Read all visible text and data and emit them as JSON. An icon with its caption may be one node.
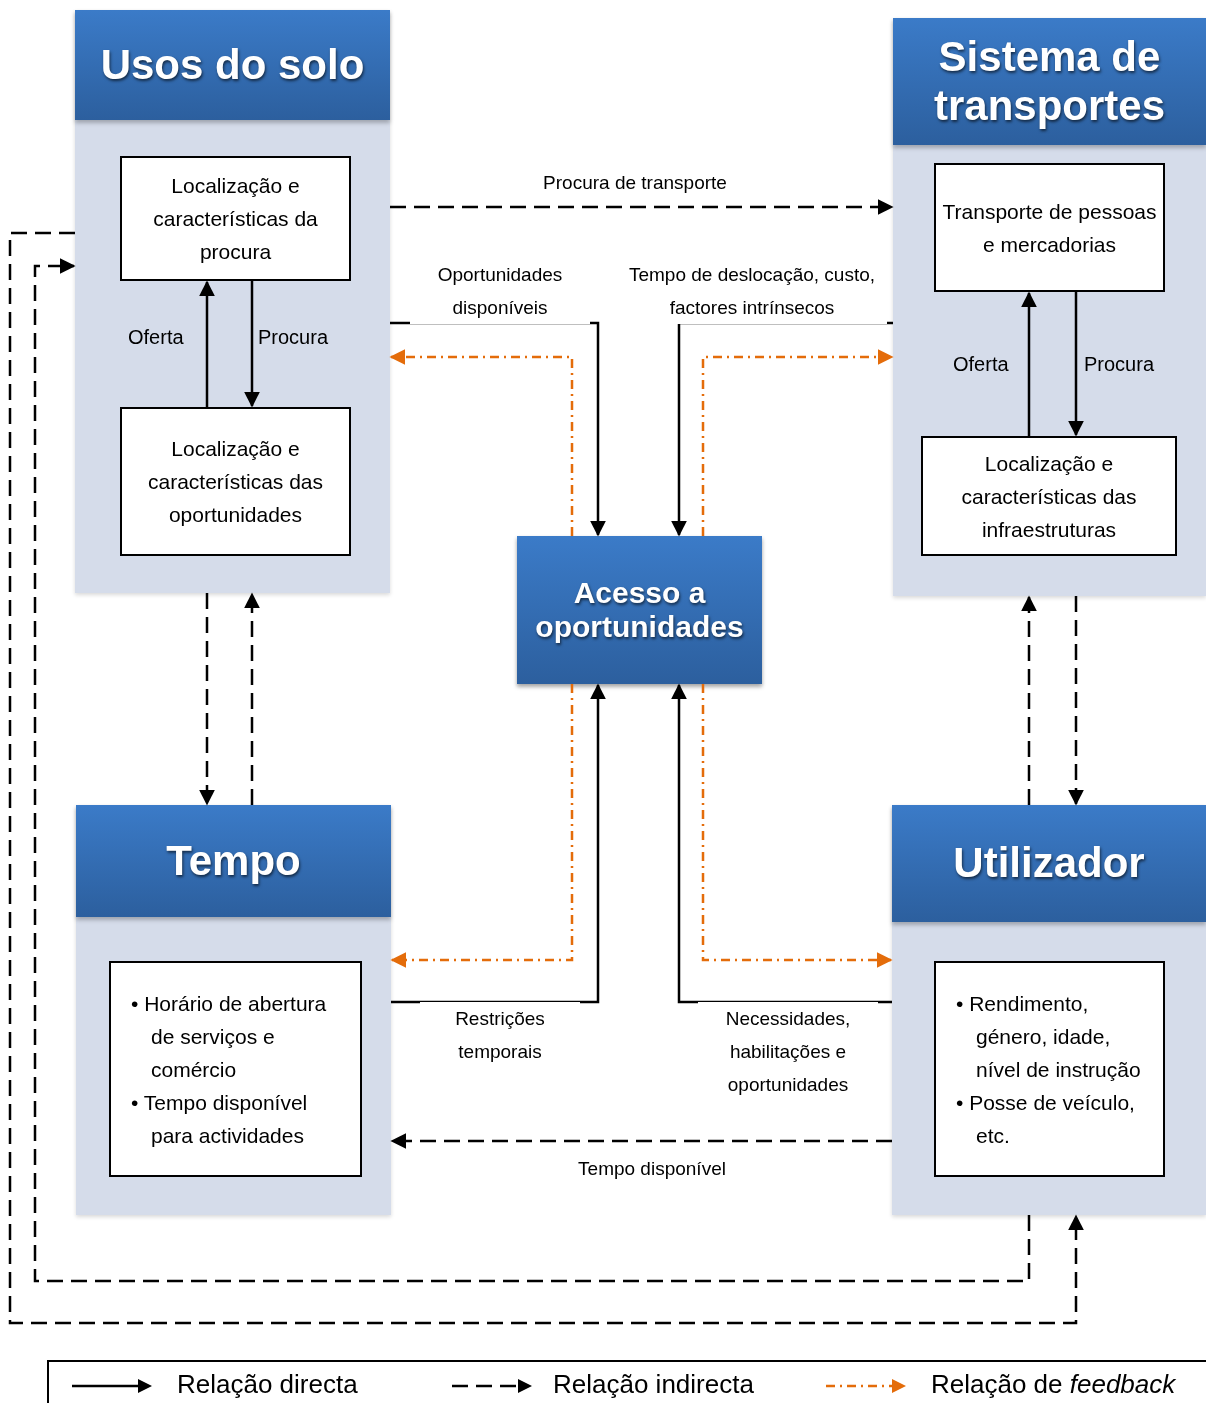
{
  "diagram": {
    "nodes": [
      {
        "text": [
          "Usos do solo"
        ]
      },
      {
        "text": [
          "Localização e características da procura"
        ],
        "in": 0
      },
      {
        "text": [
          "Localização e características das oportunidades"
        ],
        "in": 0
      },
      {
        "text": [
          "Sistema de transportes"
        ]
      },
      {
        "text": [
          "Transporte de pessoas e mercadorias"
        ],
        "in": 3
      },
      {
        "text": [
          "Localização e características das infraestruturas"
        ],
        "in": 3
      },
      {
        "text": [
          "Acesso a oportunidades"
        ]
      },
      {
        "text": [
          "Tempo"
        ]
      },
      {
        "text": [
          "• Horário de abertura de serviços e comércio",
          "• Tempo disponível para actividades"
        ],
        "in": 7
      },
      {
        "text": [
          "Utilizador"
        ]
      },
      {
        "text": [
          "• Rendimento, género, idade, nível de instrução",
          "• Posse de veículo, etc."
        ],
        "in": 9
      }
    ],
    "edges": [
      {
        "from": 0,
        "to": 3,
        "arrow": "to",
        "style": "dashed",
        "label": "Procura de transporte"
      },
      {
        "from": 2,
        "to": 1,
        "arrow": "to",
        "label": "Oferta"
      },
      {
        "from": 1,
        "to": 2,
        "arrow": "to",
        "label": "Procura"
      },
      {
        "from": 5,
        "to": 4,
        "arrow": "to",
        "label": "Oferta"
      },
      {
        "from": 4,
        "to": 5,
        "arrow": "to",
        "label": "Procura"
      },
      {
        "from": 0,
        "to": 6,
        "arrow": "to",
        "label": "Oportunidades disponíveis"
      },
      {
        "from": 3,
        "to": 6,
        "arrow": "to",
        "label": "Tempo de deslocação, custo, factores intrínsecos"
      },
      {
        "from": 6,
        "to": 0,
        "arrow": "to",
        "style": "dashed",
        "color": "#e46c0a"
      },
      {
        "from": 6,
        "to": 3,
        "arrow": "to",
        "style": "dashed",
        "color": "#e46c0a"
      },
      {
        "from": 7,
        "to": 6,
        "arrow": "to",
        "label": "Restrições temporais"
      },
      {
        "from": 9,
        "to": 6,
        "arrow": "to",
        "label": "Necessidades, habilitações e oportunidades"
      },
      {
        "from": 6,
        "to": 7,
        "arrow": "to",
        "style": "dashed",
        "color": "#e46c0a"
      },
      {
        "from": 6,
        "to": 9,
        "arrow": "to",
        "style": "dashed",
        "color": "#e46c0a"
      },
      {
        "from": 9,
        "to": 7,
        "arrow": "to",
        "style": "dashed",
        "label": "Tempo disponível"
      },
      {
        "from": 0,
        "to": 7,
        "arrow": "to",
        "style": "dashed"
      },
      {
        "from": 7,
        "to": 0,
        "arrow": "to",
        "style": "dashed"
      },
      {
        "from": 9,
        "to": 3,
        "arrow": "to",
        "style": "dashed"
      },
      {
        "from": 3,
        "to": 9,
        "arrow": "to",
        "style": "dashed"
      },
      {
        "from": 9,
        "to": 0,
        "arrow": "to",
        "style": "dashed"
      },
      {
        "from": 0,
        "to": 9,
        "arrow": "to",
        "style": "dashed"
      }
    ],
    "legend": [
      {
        "text": "Relação directa"
      },
      {
        "text": "Relação indirecta"
      },
      {
        "text": "Relação de *feedback*"
      }
    ]
  }
}
